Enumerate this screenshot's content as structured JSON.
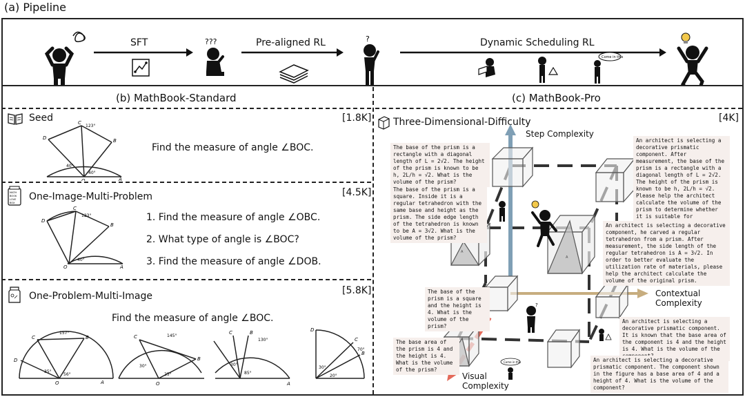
{
  "pipeline": {
    "title": "(a) Pipeline",
    "stage_labels": [
      "SFT",
      "Pre-aligned RL",
      "Dynamic Scheduling RL"
    ]
  },
  "standard": {
    "title": "(b) MathBook-Standard",
    "seed": {
      "label": "Seed",
      "count": "[1.8K]",
      "question": "Find the measure of angle ∠BOC."
    },
    "oimp": {
      "label": "One-Image-Multi-Problem",
      "count": "[4.5K]",
      "questions": [
        "1.  Find the measure of angle ∠OBC.",
        "2. What type of angle is ∠BOC?",
        "3. Find the measure of angle ∠DOB."
      ]
    },
    "opmi": {
      "label": "One-Problem-Multi-Image",
      "count": "[5.8K]",
      "question": "Find the measure of angle ∠BOC."
    },
    "figure_labels": {
      "angles": [
        "123°",
        "40°",
        "157°",
        "145°",
        "130°",
        "35°",
        "56°",
        "25°",
        "30°",
        "85°",
        "70°",
        "20°"
      ],
      "points": [
        "A",
        "B",
        "C",
        "D",
        "O"
      ],
      "icon_text": [
        "MATH",
        "BOOK",
        "LOVE",
        "BOX"
      ]
    }
  },
  "pro": {
    "title": "(c) MathBook-Pro",
    "count": "[4K]",
    "subtitle": "Three-Dimensional-Difficulty",
    "axes": {
      "step": "Step Complexity",
      "contextual": "Contextual Complexity",
      "visual": "Visual Complexity"
    },
    "speech_bubble": "Come in this",
    "prism_label": "A",
    "texts": {
      "t1": "The base of the prism is a rectangle with a diagonal length of L = 2√2. The height of the prism is known to be h, 2L/h = √2. What is the volume of the prism?",
      "t2": "The base of the prism is a square. Inside it is a regular tetrahedron with the same base and height as the prism. The side edge length of the tetrahedron is known to be A = 3√2. What is the volume of the prism?",
      "t3": "An architect is selecting a decorative prismatic component. After measurement, the base of the prism is a rectangle with a diagonal length of L = 2√2. The height of the prism is known to be h, 2L/h = √2. Please help the architect calculate the volume of the prism to determine whether it is suitable for decoration.",
      "t4": "An architect is selecting a decorative component, he carved a regular tetrahedron from a prism. After measurement, the side length of the regular tetrahedron is A = 3√2. In order to better evaluate the utilization rate of materials, please help the architect calculate the volume of the original prism.",
      "t5": "The base of the prism is a square and the height is 4. What is the volume of the prism?",
      "t6": "An architect is selecting a decorative prismatic component. It is known that the base area of the component is 4 and the height is 4. What is the volume of the component?",
      "t7": "The base area of the prism is 4 and the height is 4. What is the volume of the prism?",
      "t8": "An architect is selecting a decorative prismatic component. The component shown in the figure has a base area of 4 and a height of 4. What is the volume of the component?"
    }
  },
  "colors": {
    "step_axis": "#7f9fb5",
    "context_axis": "#c7ad7f",
    "visual_axis": "#e46a5a",
    "text_box_bg": "#f6efec",
    "bulb": "#f2c84b"
  }
}
